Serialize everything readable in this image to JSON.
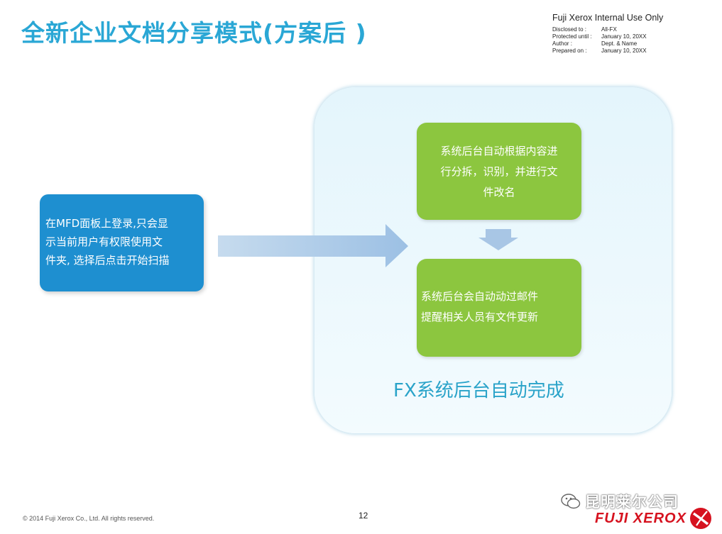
{
  "slide": {
    "title": "全新企业文档分享模式(方案后 )",
    "page_number": "12",
    "copyright": "© 2014 Fuji Xerox Co., Ltd. All rights reserved."
  },
  "classification": {
    "heading": "Fuji Xerox Internal Use Only",
    "rows": [
      {
        "key": "Disclosed to :",
        "value": "All-FX"
      },
      {
        "key": "Protected until :",
        "value": "January 10, 20XX"
      },
      {
        "key": "Author :",
        "value": "Dept. & Name"
      },
      {
        "key": "Prepared on :",
        "value": "January 10, 20XX"
      }
    ]
  },
  "flow": {
    "left_box": {
      "lines": [
        "在MFD面板上登录,只会显",
        "示当前用户有权限使用文",
        "件夹, 选择后点击开始扫描"
      ]
    },
    "panel_caption": "FX系统后台自动完成",
    "step1": {
      "lines": [
        "系统后台自动根据内容进",
        "行分拆，识别，并进行文",
        "件改名"
      ]
    },
    "step2": {
      "lines": [
        "系统后台会自动动过邮件",
        "提醒相关人员有文件更新"
      ]
    }
  },
  "watermark": {
    "text": "昆明莱尔公司",
    "icon": "wechat-icon"
  },
  "logo": {
    "text": "FUJI XEROX",
    "icon": "xerox-x-icon"
  },
  "colors": {
    "title": "#2aa7d5",
    "left_box": "#1e8fd0",
    "green_box": "#8cc63f",
    "arrow": "#a9c7e6",
    "panel": "#e4f5fc",
    "logo_red": "#d6121f"
  }
}
